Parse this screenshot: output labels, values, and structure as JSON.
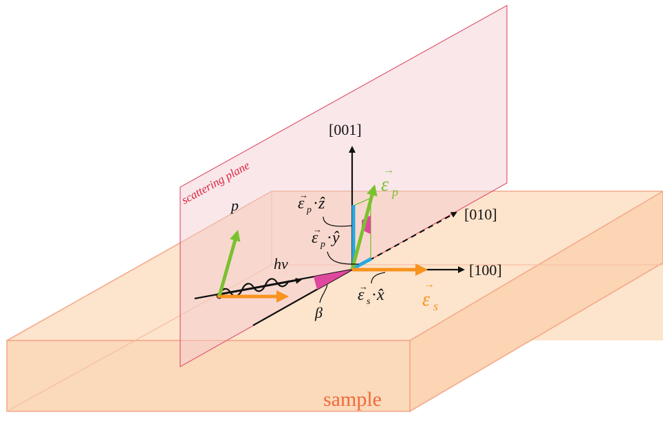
{
  "labels": {
    "scattering_plane": "scattering plane",
    "axis_001": "[001]",
    "axis_010": "[010]",
    "axis_100": "[100]",
    "p": "p",
    "h_nu": "hν",
    "beta": "β",
    "sample": "sample",
    "eps_p": "ε",
    "eps_p_sub": "p",
    "eps_s": "ε",
    "eps_s_sub": "s",
    "proj_z_eps": "ε",
    "proj_z_sub": "p",
    "proj_z_dot": "·",
    "proj_z_axis": "ẑ",
    "proj_y_eps": "ε",
    "proj_y_sub": "p",
    "proj_y_dot": "·",
    "proj_y_axis": "ŷ",
    "proj_x_eps": "ε",
    "proj_x_sub": "s",
    "proj_x_dot": "·",
    "proj_x_axis": "x̂"
  },
  "colors": {
    "slab_fill": "#fde4cc",
    "slab_edge": "#f4a98a",
    "plane_fill": "#f7e3e6",
    "plane_edge": "#e05870",
    "plane_label": "#d9233c",
    "green": "#7ac12f",
    "orange": "#f7931e",
    "blue": "#2aa8e0",
    "magenta": "#e0479e",
    "black": "#111111",
    "sample_text": "#f06a3a"
  }
}
